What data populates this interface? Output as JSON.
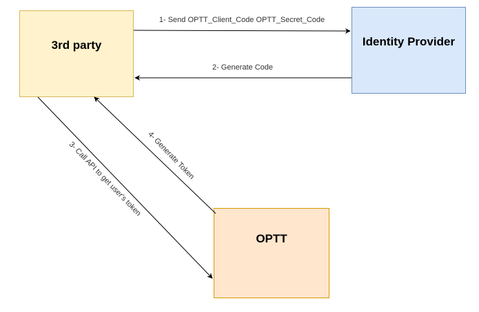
{
  "nodes": {
    "third_party": "3rd party",
    "identity_provider": "Identity Provider",
    "optt": "OPTT"
  },
  "edges": {
    "send_codes": "1- Send OPTT_Client_Code  OPTT_Secret_Code",
    "generate_code": "2- Generate Code",
    "call_api": "3-  Call API to get user's token",
    "generate_token": "4- Generate Token"
  },
  "colors": {
    "third_party_fill": "#fff2cc",
    "third_party_stroke": "#d6b656",
    "identity_provider_fill": "#dae8fc",
    "identity_provider_stroke": "#6c8ebf",
    "optt_fill": "#ffe6cc",
    "optt_stroke": "#d79b00",
    "edge": "#000000"
  }
}
